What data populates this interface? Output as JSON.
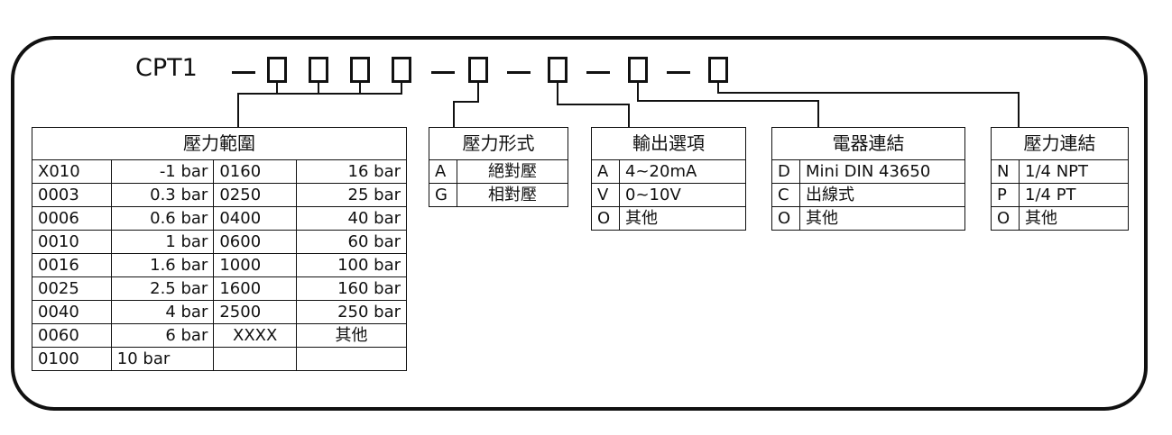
{
  "model_code": {
    "prefix": "CPT1",
    "dash": "—"
  },
  "pressure_range": {
    "title": "壓力範圍",
    "rows": [
      [
        "X010",
        "-1 bar",
        "0160",
        "16 bar"
      ],
      [
        "0003",
        "0.3 bar",
        "0250",
        "25 bar"
      ],
      [
        "0006",
        "0.6 bar",
        "0400",
        "40 bar"
      ],
      [
        "0010",
        "1 bar",
        "0600",
        "60 bar"
      ],
      [
        "0016",
        "1.6 bar",
        "1000",
        "100 bar"
      ],
      [
        "0025",
        "2.5 bar",
        "1600",
        "160 bar"
      ],
      [
        "0040",
        "4 bar",
        "2500",
        "250 bar"
      ],
      [
        "0060",
        "6 bar",
        "XXXX",
        "其他"
      ],
      [
        "0100",
        "10 bar",
        "",
        ""
      ]
    ]
  },
  "pressure_type": {
    "title": "壓力形式",
    "rows": [
      [
        "A",
        "絕對壓"
      ],
      [
        "G",
        "相對壓"
      ]
    ]
  },
  "output_options": {
    "title": "輸出選項",
    "rows": [
      [
        "A",
        "4~20mA"
      ],
      [
        "V",
        "0~10V"
      ],
      [
        "O",
        "其他"
      ]
    ]
  },
  "electrical_connection": {
    "title": "電器連結",
    "rows": [
      [
        "D",
        "Mini DIN 43650"
      ],
      [
        "C",
        "出線式"
      ],
      [
        "O",
        "其他"
      ]
    ]
  },
  "pressure_connection": {
    "title": "壓力連結",
    "rows": [
      [
        "N",
        "1/4 NPT"
      ],
      [
        "P",
        "1/4 PT"
      ],
      [
        "O",
        "其他"
      ]
    ]
  }
}
